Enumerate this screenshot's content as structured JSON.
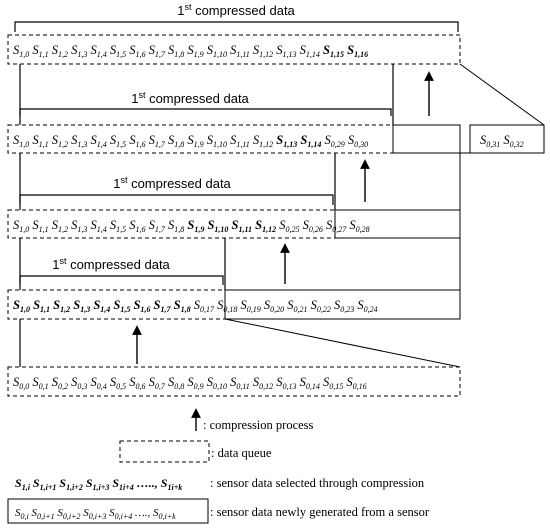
{
  "compressed_label": {
    "base": "1",
    "sup": "st",
    "rest": " compressed data"
  },
  "rows": [
    {
      "id": "row-1",
      "queue": [
        "1,0",
        "1,1",
        "1,2",
        "1,3",
        "1,4",
        "1,5",
        "1,6",
        "1,7",
        "1,8",
        "1,9",
        "1,10",
        "1,11",
        "1,12",
        "1,13",
        "1,14",
        "1,15",
        "1,16"
      ],
      "bold": [
        "1,15",
        "1,16"
      ],
      "extra": [
        "0,31",
        "0,32"
      ]
    },
    {
      "id": "row-2",
      "queue": [
        "1,0",
        "1,1",
        "1,2",
        "1,3",
        "1,4",
        "1,5",
        "1,6",
        "1,7",
        "1,8",
        "1,9",
        "1,10",
        "1,11",
        "1,12",
        "1,13",
        "1,14",
        "0,29",
        "0,30"
      ],
      "bold": [
        "1,13",
        "1,14"
      ]
    },
    {
      "id": "row-3",
      "queue": [
        "1,0",
        "1,1",
        "1,2",
        "1,3",
        "1,4",
        "1,5",
        "1,6",
        "1,7",
        "1,8",
        "1,9",
        "1,10",
        "1,11",
        "1,12",
        "0,25",
        "0,26",
        "0,27",
        "0,28"
      ],
      "bold": [
        "1,9",
        "1,10",
        "1,11",
        "1,12"
      ]
    },
    {
      "id": "row-4",
      "queue": [
        "1,0",
        "1,1",
        "1,2",
        "1,3",
        "1,4",
        "1,5",
        "1,6",
        "1,7",
        "1,8",
        "0,17",
        "0,18",
        "0,19",
        "0,20",
        "0,21",
        "0,22",
        "0,23",
        "0,24"
      ],
      "bold": [
        "1,0",
        "1,1",
        "1,2",
        "1,3",
        "1,4",
        "1,5",
        "1,6",
        "1,7",
        "1,8"
      ]
    },
    {
      "id": "row-5",
      "queue": [
        "0,0",
        "0,1",
        "0,2",
        "0,3",
        "0,4",
        "0,5",
        "0,6",
        "0,7",
        "0,8",
        "0,9",
        "0,10",
        "0,11",
        "0,12",
        "0,13",
        "0,14",
        "0,15",
        "0,16"
      ],
      "bold": []
    }
  ],
  "legend": {
    "arrow_text": ": compression process",
    "queue_text": ": data queue",
    "selected_subs": [
      "1,i",
      "1,i+1",
      "1,i+2",
      "1,i+3",
      "1i+4"
    ],
    "selected_dots": " …..,",
    "selected_last": "1i+k",
    "selected_text": ": sensor data selected through compression",
    "new_subs": [
      "0,i",
      "0,i+1",
      "0,i+2",
      "0,i+3",
      "0,i+4"
    ],
    "new_dots": " ….,",
    "new_last": "0,i+k",
    "new_text": ": sensor data newly generated from a sensor"
  }
}
